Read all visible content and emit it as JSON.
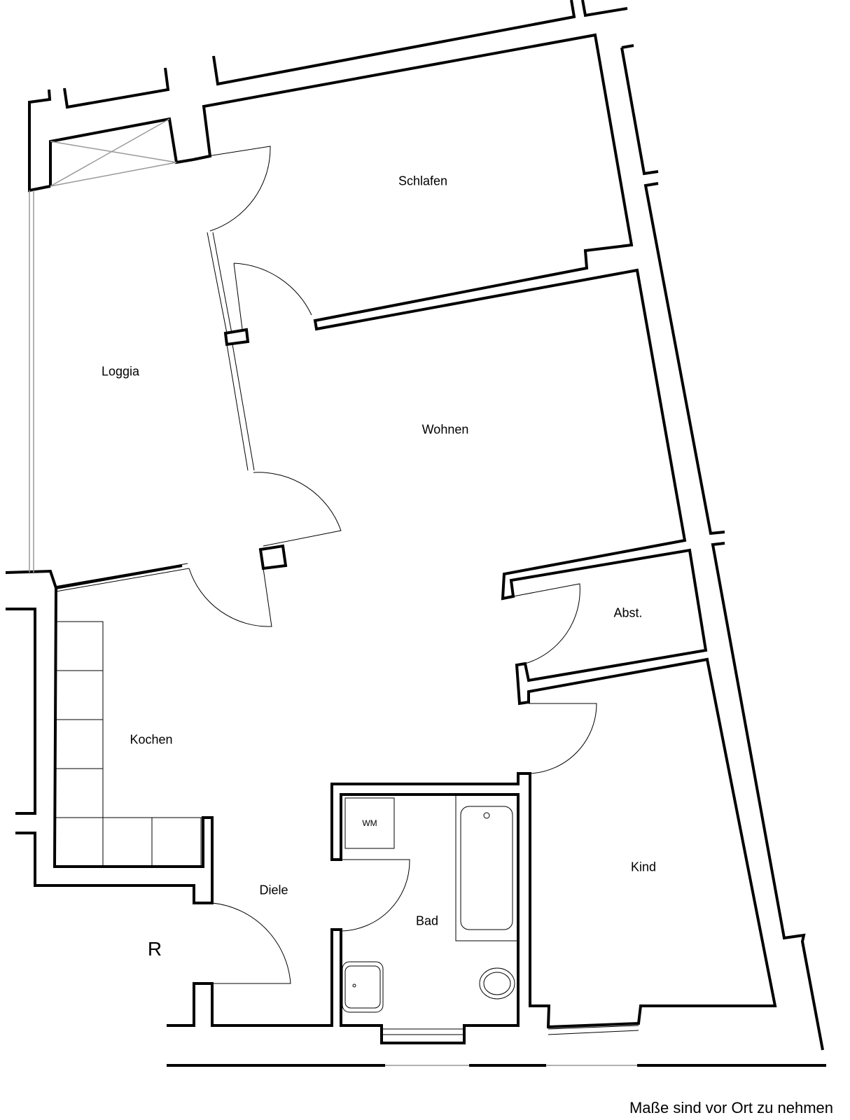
{
  "rooms": {
    "schlafen": "Schlafen",
    "loggia": "Loggia",
    "wohnen": "Wohnen",
    "abst": "Abst.",
    "kochen": "Kochen",
    "diele": "Diele",
    "bad": "Bad",
    "kind": "Kind"
  },
  "fixtures": {
    "washing_machine": "WM"
  },
  "marker": "R",
  "note": "Maße sind vor Ort zu nehmen"
}
